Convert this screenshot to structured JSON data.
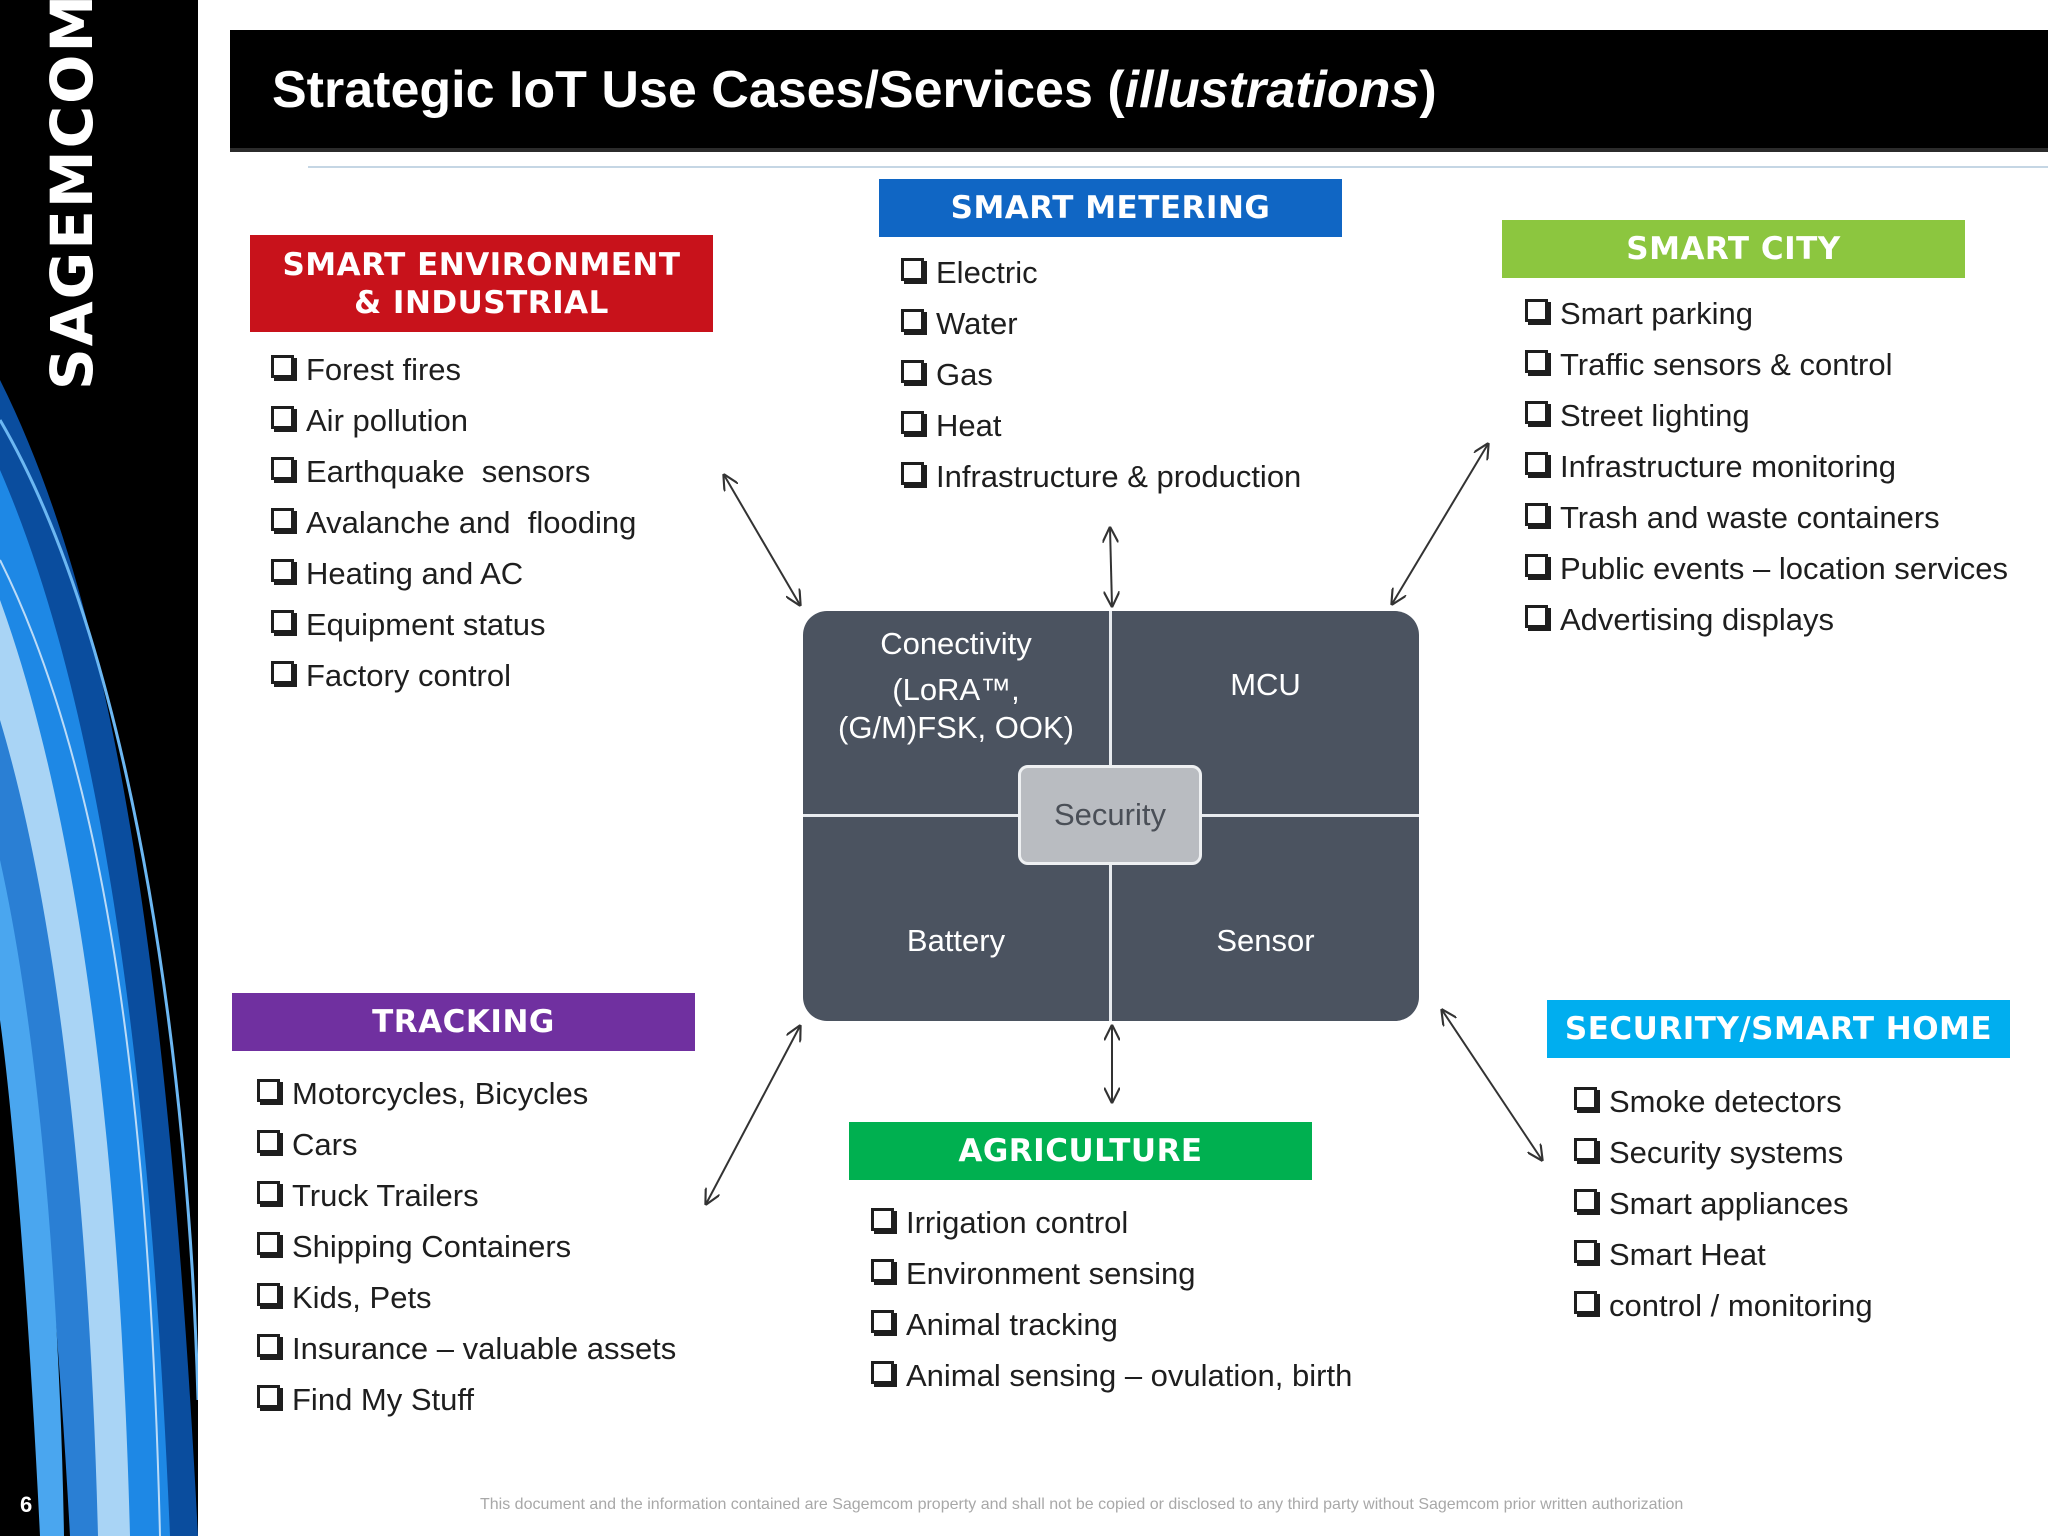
{
  "brand": {
    "logo": "SAGEMCOM",
    "page_number": "6"
  },
  "title": {
    "main": "Strategic IoT Use Cases/Services (",
    "italic": "illustrations",
    "close": ")"
  },
  "colors": {
    "environment": "#c8121b",
    "metering": "#1066c4",
    "city": "#8cc63f",
    "tracking": "#7030a0",
    "agriculture": "#00b050",
    "security_home": "#00aeef",
    "module": "#4b5360"
  },
  "environment": {
    "header_line1": "SMART ENVIRONMENT",
    "header_line2": "& INDUSTRIAL",
    "items": [
      "Forest fires",
      "Air pollution",
      "Earthquake  sensors",
      "Avalanche and  flooding",
      "Heating and AC",
      "Equipment status",
      "Factory control"
    ]
  },
  "metering": {
    "header": "SMART METERING",
    "items": [
      "Electric",
      "Water",
      "Gas",
      "Heat",
      "Infrastructure & production"
    ]
  },
  "city": {
    "header": "SMART CITY",
    "items": [
      "Smart parking",
      "Traffic sensors & control",
      "Street lighting",
      "Infrastructure monitoring",
      "Trash and waste containers",
      "Public events – location services",
      "Advertising displays"
    ]
  },
  "tracking": {
    "header": "TRACKING",
    "items": [
      "Motorcycles, Bicycles",
      "Cars",
      "Truck Trailers",
      "Shipping Containers",
      "Kids, Pets",
      "Insurance – valuable assets",
      "Find My Stuff"
    ]
  },
  "agriculture": {
    "header": "AGRICULTURE",
    "items": [
      "Irrigation control",
      "Environment sensing",
      "Animal tracking",
      "Animal sensing – ovulation, birth"
    ]
  },
  "security_home": {
    "header": "SECURITY/SMART HOME",
    "items": [
      "Smoke detectors",
      "Security systems",
      "Smart appliances",
      "Smart Heat",
      "control / monitoring"
    ]
  },
  "module": {
    "connectivity_line1": "Conectivity",
    "connectivity_line2": "(LoRA™,",
    "connectivity_line3": "(G/M)FSK, OOK)",
    "mcu": "MCU",
    "battery": "Battery",
    "sensor": "Sensor",
    "security": "Security"
  },
  "footer": "This document and the information contained are Sagemcom property and shall not be copied or disclosed to any third party without Sagemcom prior written authorization"
}
